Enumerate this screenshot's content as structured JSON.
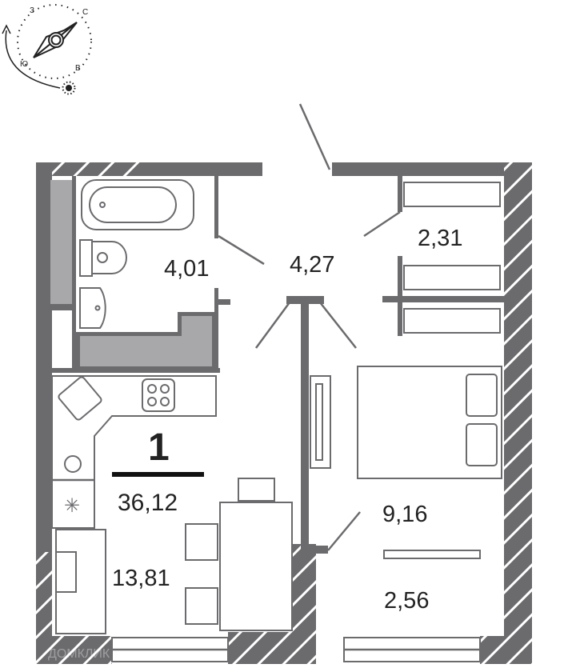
{
  "compass": {
    "north": "С",
    "east": "В",
    "south": "Ю",
    "west": "З",
    "icons": [
      "compass-needle-icon",
      "sun-icon",
      "rotation-arrow-icon"
    ]
  },
  "plan": {
    "room_count": "1",
    "total_area": "36,12",
    "rooms": {
      "bathroom": "4,01",
      "hallway": "4,27",
      "wardrobe": "2,31",
      "kitchen_living": "13,81",
      "bedroom": "9,16",
      "balcony": "2,56"
    },
    "colors": {
      "wall": "#6b6b6e",
      "light_fill": "#a8a8ab",
      "text": "#222222"
    }
  },
  "watermark": "ДОМКЛИК"
}
